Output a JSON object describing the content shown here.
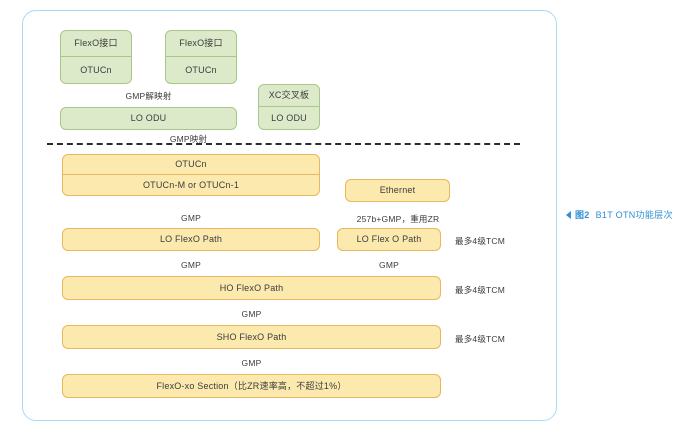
{
  "figure": {
    "caption_arrow": "left-triangle",
    "caption_number": "图2",
    "caption_text": "B1T OTN功能层次",
    "caption_color": "#2f8fd4",
    "frame_color": "#a9d9f6"
  },
  "palette": {
    "green_fill": "#dceaca",
    "green_border": "#a8c78b",
    "orange_fill": "#fbe9ae",
    "orange_border": "#e7b860",
    "separator": "#2b2b2b",
    "text": "#3c3c3c"
  },
  "client_layer": {
    "flexo_stack_left": {
      "top": "FlexO接口",
      "bottom": "OTUCn"
    },
    "flexo_stack_right": {
      "top": "FlexO接口",
      "bottom": "OTUCn"
    },
    "xc_stack": {
      "top": "XC交叉板",
      "bottom": "LO ODU"
    },
    "lo_odu_bar": "LO ODU",
    "demap_label": "GMP解映射",
    "map_label": "GMP映射"
  },
  "transport_layer": {
    "otucn_stack": {
      "top": "OTUCn",
      "bottom": "OTUCn-M or OTUCn-1"
    },
    "ethernet_box": "Ethernet",
    "left_gmp_1": "GMP",
    "right_adapt_label": "257b+GMP，重用ZR",
    "lo_flexo_path_left": "LO FlexO Path",
    "lo_flexo_path_right": "LO Flex O Path",
    "tcm_note_lo": "最多4级TCM",
    "left_gmp_2": "GMP",
    "right_gmp_2": "GMP",
    "ho_flexo_path": "HO FlexO Path",
    "tcm_note_ho": "最多4级TCM",
    "left_gmp_3": "GMP",
    "sho_flexo_path": "SHO FlexO Path",
    "tcm_note_sho": "最多4级TCM",
    "left_gmp_4": "GMP",
    "section_bar": "FlexO-xo Section（比ZR速率高，不超过1%）"
  }
}
